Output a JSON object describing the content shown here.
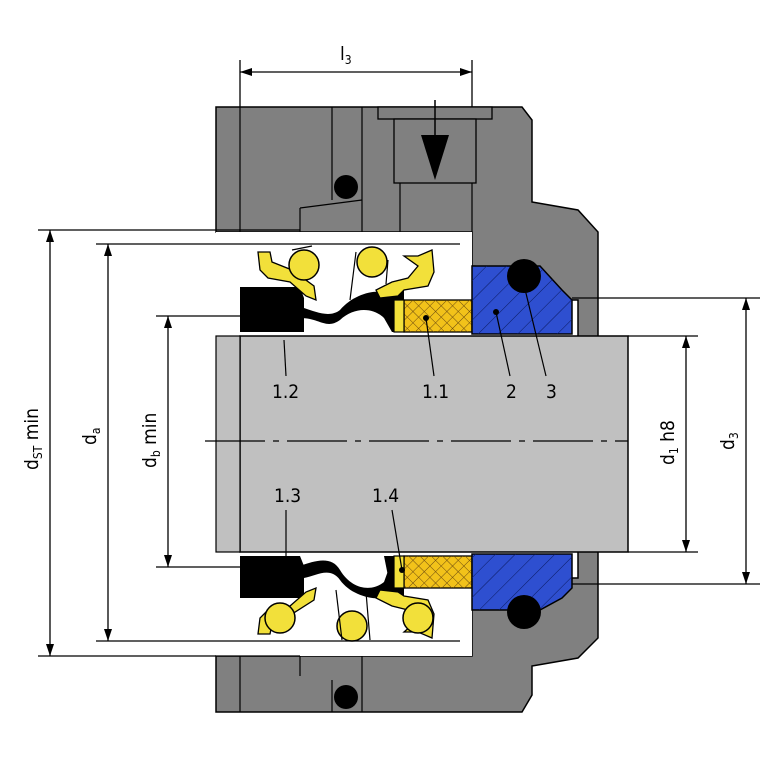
{
  "dimensions": {
    "l3": {
      "base": "l",
      "sub": "3"
    },
    "dST_min": {
      "base": "d",
      "sub": "ST",
      "suffix": " min"
    },
    "da": {
      "base": "d",
      "sub": "a"
    },
    "db_min": {
      "base": "d",
      "sub": "b",
      "suffix": " min"
    },
    "d1_h8": {
      "base": "d",
      "sub": "1",
      "suffix": " h8"
    },
    "d3": {
      "base": "d",
      "sub": "3"
    }
  },
  "parts": {
    "p1_2": "1.2",
    "p1_1": "1.1",
    "p2": "2",
    "p3": "3",
    "p1_3": "1.3",
    "p1_4": "1.4"
  },
  "colors": {
    "housing": "#808080",
    "shaft": "#c0c0c0",
    "bellows": "#000000",
    "spring_parts": "#f2e03a",
    "seal_face": "#f2c21a",
    "seat": "#2e4fd0",
    "o_ring": "#000000"
  }
}
